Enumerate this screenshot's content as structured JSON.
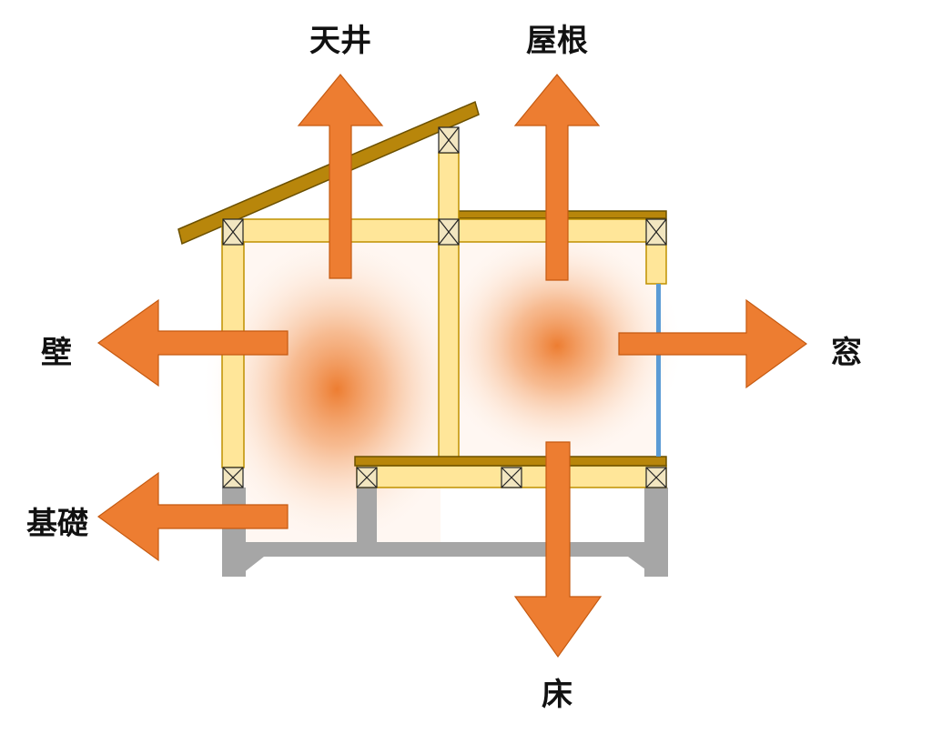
{
  "labels": {
    "ceiling": "天井",
    "roof": "屋根",
    "wall": "壁",
    "window": "窓",
    "foundation": "基礎",
    "floor": "床"
  },
  "colors": {
    "arrow": "#ED7D31",
    "arrow_outline": "#C55A11",
    "timber": "#FFE699",
    "timber_outline": "#BF9000",
    "rafter": "#B8860B",
    "post_cap": "#F2E6C0",
    "concrete": "#A6A6A6",
    "window_glass": "#5B9BD5",
    "heat_center": "#ED7D31",
    "text": "#111111"
  },
  "icons": {
    "arrows": "heat-loss-arrow",
    "post_joints": "cross-box-icon"
  }
}
